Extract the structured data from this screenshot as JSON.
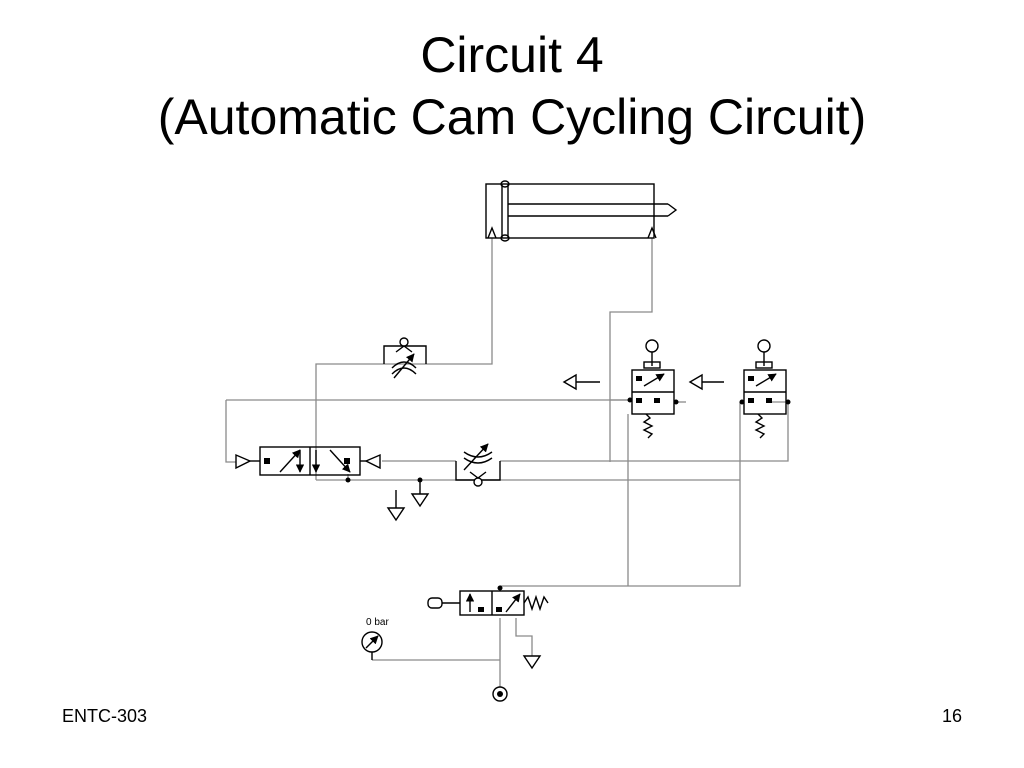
{
  "slide": {
    "title_line1": "Circuit 4",
    "title_line2": "(Automatic Cam Cycling Circuit)",
    "footer_left": "ENTC-303",
    "footer_right": "16"
  },
  "diagram": {
    "gauge_label": "0 bar",
    "components": [
      "double-acting-cylinder",
      "flow-control-valve-top",
      "cam-valve-left",
      "cam-valve-right",
      "pilot-5-2-valve",
      "flow-control-valve-mid",
      "manual-start-valve",
      "pressure-gauge",
      "pressure-source"
    ]
  }
}
